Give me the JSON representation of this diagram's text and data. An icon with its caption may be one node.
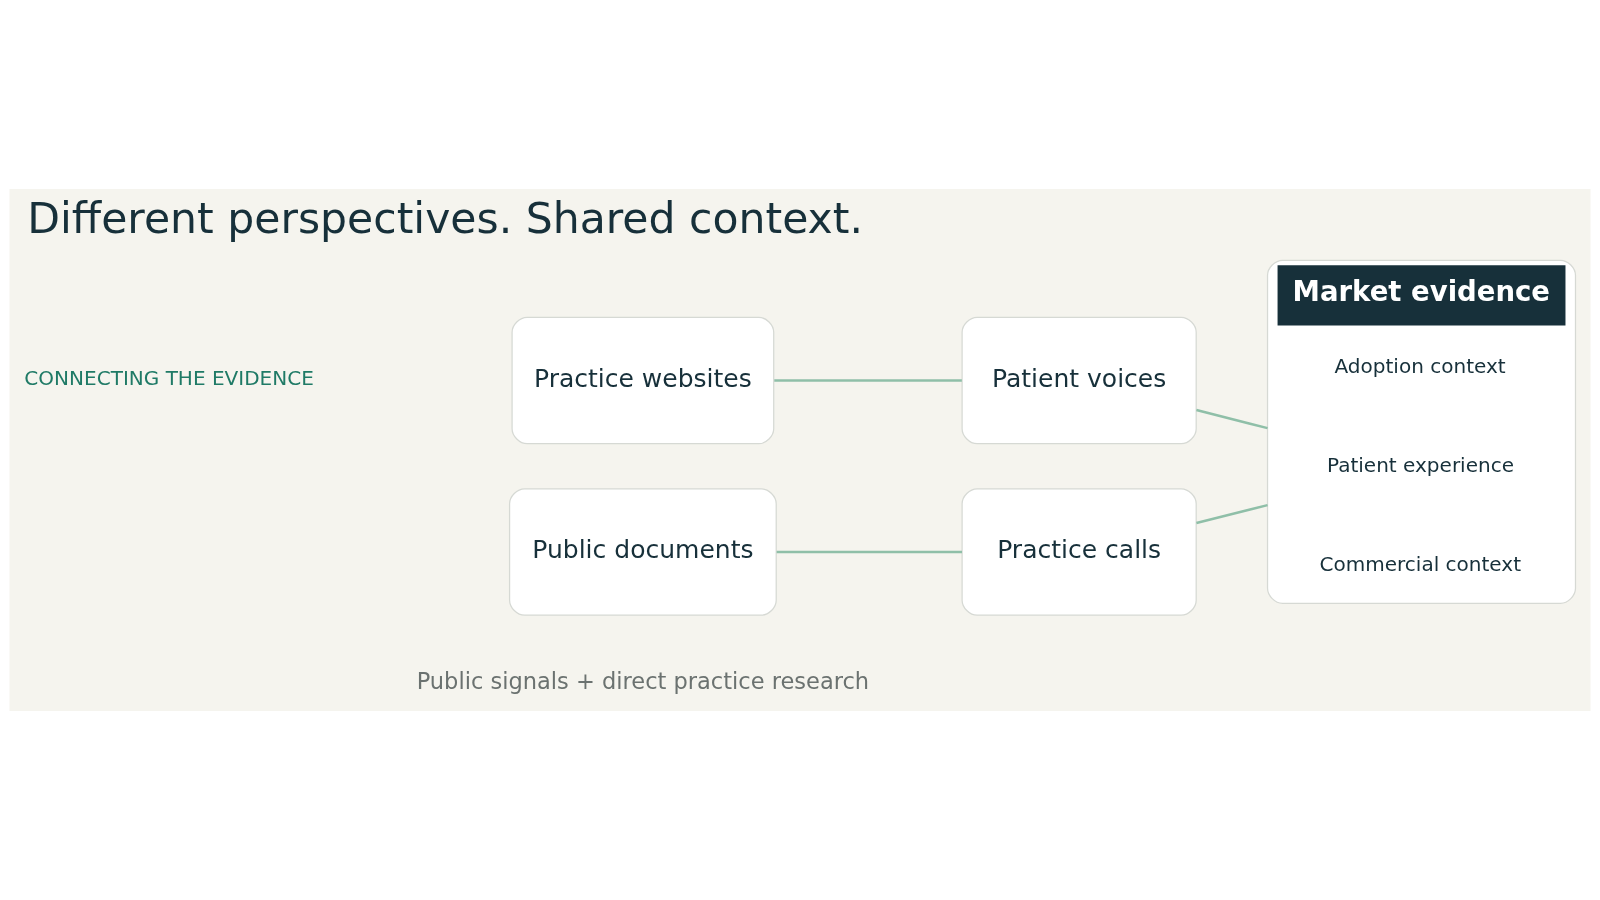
{
  "diagram": {
    "title": "Different perspectives. Shared context.",
    "caption": "Public signals + direct practice research",
    "nodes": [
      {
        "text": [
          "Practice websites"
        ]
      },
      {
        "text": [
          "Patient voices"
        ]
      },
      {
        "text": [
          "Public documents"
        ]
      },
      {
        "text": [
          "Practice calls"
        ]
      },
      {
        "text": [
          "Market evidence"
        ]
      },
      {
        "text": [
          "Adoption context"
        ],
        "in": 4
      },
      {
        "text": [
          "Patient experience"
        ],
        "in": 4
      },
      {
        "text": [
          "Commercial context"
        ],
        "in": 4
      }
    ],
    "edges": [
      {
        "from": 0,
        "to": 1,
        "arrow": "none"
      },
      {
        "from": 2,
        "to": 3,
        "arrow": "none"
      },
      {
        "from": 1,
        "to": 4,
        "arrow": "none"
      },
      {
        "from": 3,
        "to": 4,
        "arrow": "none"
      }
    ],
    "labels": [
      "CONNECTING THE EVIDENCE"
    ]
  }
}
